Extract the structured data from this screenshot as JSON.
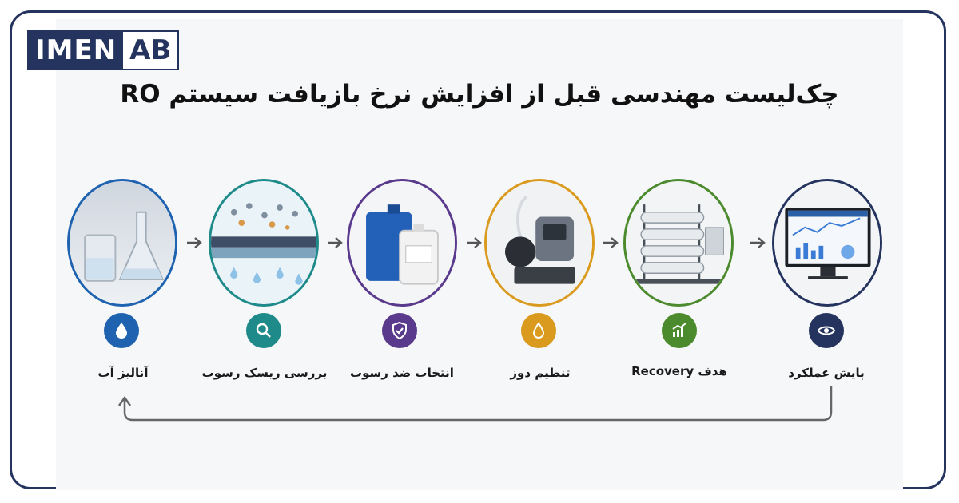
{
  "brand": {
    "part1": "IMEN",
    "part2": "AB"
  },
  "title": "چک‌لیست مهندسی قبل از افزایش نرخ بازیافت سیستم RO",
  "steps": [
    {
      "label": "آنالیز آب",
      "icon": "water-drop-icon",
      "color": "#1f63b0",
      "image": "lab-glassware"
    },
    {
      "label": "بررسی ریسک رسوب",
      "icon": "magnifier-icon",
      "color": "#1e8a8a",
      "image": "scaling-membrane"
    },
    {
      "label": "انتخاب ضد رسوب",
      "icon": "shield-check-icon",
      "color": "#5a3a8c",
      "image": "chemical-canisters"
    },
    {
      "label": "تنظیم دوز",
      "icon": "drop-icon",
      "color": "#d99a1e",
      "image": "dosing-pump"
    },
    {
      "label": "هدف Recovery",
      "icon": "growth-chart-icon",
      "color": "#4c8a2e",
      "image": "ro-skid"
    },
    {
      "label": "پایش عملکرد",
      "icon": "eye-icon",
      "color": "#24345e",
      "image": "monitoring-screen"
    }
  ]
}
